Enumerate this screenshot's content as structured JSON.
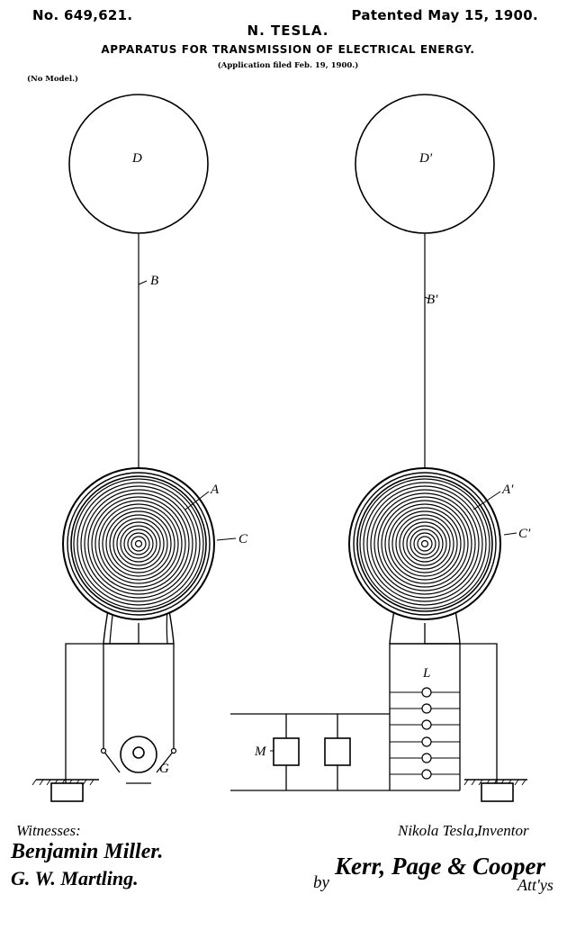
{
  "header": {
    "patent_number": "No. 649,621.",
    "patent_date": "Patented May 15, 1900.",
    "inventor_name": "N. TESLA.",
    "title": "APPARATUS FOR TRANSMISSION OF ELECTRICAL ENERGY.",
    "application": "(Application filed Feb. 19, 1900.)",
    "model_note": "(No Model.)"
  },
  "figure": {
    "labels": {
      "terminal_left": "D",
      "terminal_right": "D′",
      "conductor_left": "B",
      "conductor_right": "B′",
      "coil_left": "A",
      "coil_right": "A′",
      "secondary_left": "C",
      "secondary_right": "C′",
      "generator": "G",
      "lamps": "L",
      "motor": "M"
    }
  },
  "footer": {
    "witnesses_label": "Witnesses:",
    "witness_1": "Benjamin Miller.",
    "witness_2": "G. W. Martling.",
    "inventor_signature": "Nikola Tesla,",
    "inventor_label": "Inventor",
    "by_label": "by",
    "attorneys_signature": "Kerr, Page & Cooper",
    "attorneys_label": "Att'ys"
  }
}
